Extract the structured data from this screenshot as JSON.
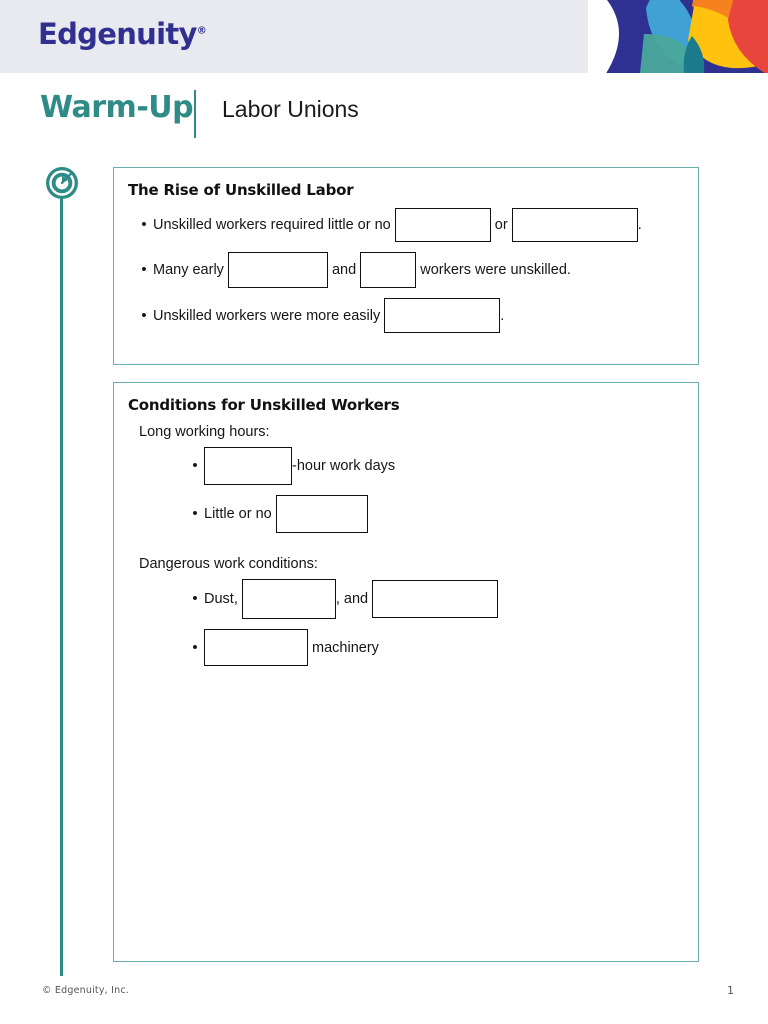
{
  "header": {
    "brand": "Edgenuity",
    "brand_trademark": "®",
    "brand_color": "#312f8f",
    "band_color": "#e8eaf0",
    "art_colors": [
      "#2e3192",
      "#41a8d8",
      "#f5821f",
      "#ffc20e",
      "#e8453c",
      "#4aa89b",
      "#1b7b8c"
    ]
  },
  "title": {
    "label": "Warm-Up",
    "topic": "Labor Unions",
    "accent_color": "#2e8b85"
  },
  "rail": {
    "icon": "target-bullseye-icon",
    "color": "#2e8b85"
  },
  "cards": [
    {
      "id": "rise",
      "title": "The Rise of Unskilled Labor",
      "border_color": "#6aafab",
      "rows": [
        {
          "bullet": "•",
          "parts": [
            {
              "kind": "text",
              "value": "Unskilled workers required little or no "
            },
            {
              "kind": "blank",
              "w": 96,
              "h": 34
            },
            {
              "kind": "text",
              "value": " or "
            },
            {
              "kind": "blank",
              "w": 126,
              "h": 34
            },
            {
              "kind": "text",
              "value": "."
            }
          ]
        },
        {
          "bullet": "•",
          "parts": [
            {
              "kind": "text",
              "value": "Many early "
            },
            {
              "kind": "blank",
              "w": 100,
              "h": 36
            },
            {
              "kind": "text",
              "value": " and "
            },
            {
              "kind": "blank",
              "w": 56,
              "h": 36
            },
            {
              "kind": "text",
              "value": " workers were unskilled."
            }
          ]
        },
        {
          "bullet": "•",
          "parts": [
            {
              "kind": "text",
              "value": "Unskilled workers were more easily "
            },
            {
              "kind": "blank",
              "w": 116,
              "h": 35
            },
            {
              "kind": "text",
              "value": "."
            }
          ]
        }
      ]
    },
    {
      "id": "conditions",
      "title": "Conditions for Unskilled Workers",
      "border_color": "#6aafab",
      "groups": [
        {
          "subhead": "Long working hours:",
          "rows": [
            {
              "bullet": "•",
              "parts": [
                {
                  "kind": "blank",
                  "w": 88,
                  "h": 38
                },
                {
                  "kind": "text",
                  "value": "-hour work days"
                }
              ]
            },
            {
              "bullet": "•",
              "parts": [
                {
                  "kind": "text",
                  "value": "Little or no "
                },
                {
                  "kind": "blank",
                  "w": 92,
                  "h": 38
                }
              ]
            }
          ]
        },
        {
          "subhead": "Dangerous work conditions:",
          "rows": [
            {
              "bullet": "•",
              "parts": [
                {
                  "kind": "text",
                  "value": "Dust, "
                },
                {
                  "kind": "blank",
                  "w": 94,
                  "h": 40
                },
                {
                  "kind": "text",
                  "value": ", and "
                },
                {
                  "kind": "blank",
                  "w": 126,
                  "h": 38
                }
              ]
            },
            {
              "bullet": "•",
              "parts": [
                {
                  "kind": "blank",
                  "w": 104,
                  "h": 37
                },
                {
                  "kind": "text",
                  "value": " machinery"
                }
              ]
            }
          ]
        }
      ]
    }
  ],
  "footer": {
    "copyright": "© Edgenuity, Inc.",
    "page_number": "1"
  }
}
